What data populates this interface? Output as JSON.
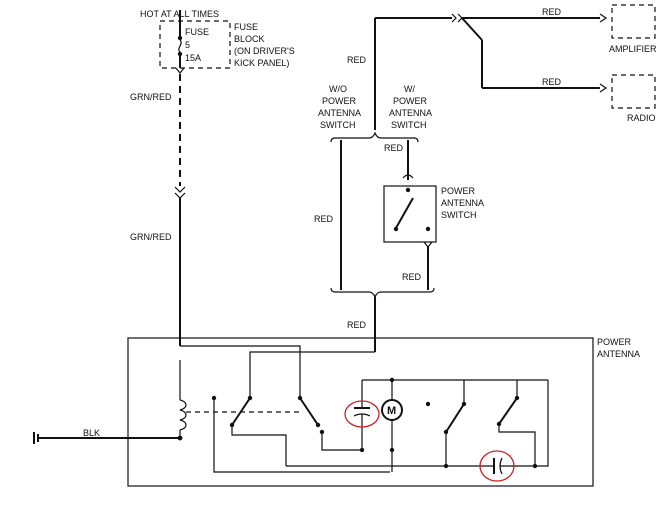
{
  "labels": {
    "hot_at_all_times": "HOT AT ALL TIMES",
    "fuse": "FUSE",
    "fuse_num": "5",
    "fuse_amp": "15A",
    "fuse_block_1": "FUSE",
    "fuse_block_2": "BLOCK",
    "fuse_block_3": "(ON DRIVER'S",
    "fuse_block_4": "KICK PANEL)",
    "grn_red_top": "GRN/RED",
    "grn_red_bottom": "GRN/RED",
    "red_top": "RED",
    "red_radio": "RED",
    "red_vertical_left": "RED",
    "amplifier": "AMPLIFIER",
    "radio": "RADIO",
    "wo_1": "W/O",
    "wo_2": "POWER",
    "wo_3": "ANTENNA",
    "wo_4": "SWITCH",
    "w_1": "W/",
    "w_2": "POWER",
    "w_3": "ANTENNA",
    "w_4": "SWITCH",
    "red_above_switch": "RED",
    "pas_1": "POWER",
    "pas_2": "ANTENNA",
    "pas_3": "SWITCH",
    "red_left_long": "RED",
    "red_below_switch": "RED",
    "red_center": "RED",
    "power_antenna_1": "POWER",
    "power_antenna_2": "ANTENNA",
    "blk": "BLK",
    "motor": "M"
  },
  "colors": {
    "wire": "#111111",
    "highlight": "#cc2222",
    "background": "#ffffff"
  }
}
